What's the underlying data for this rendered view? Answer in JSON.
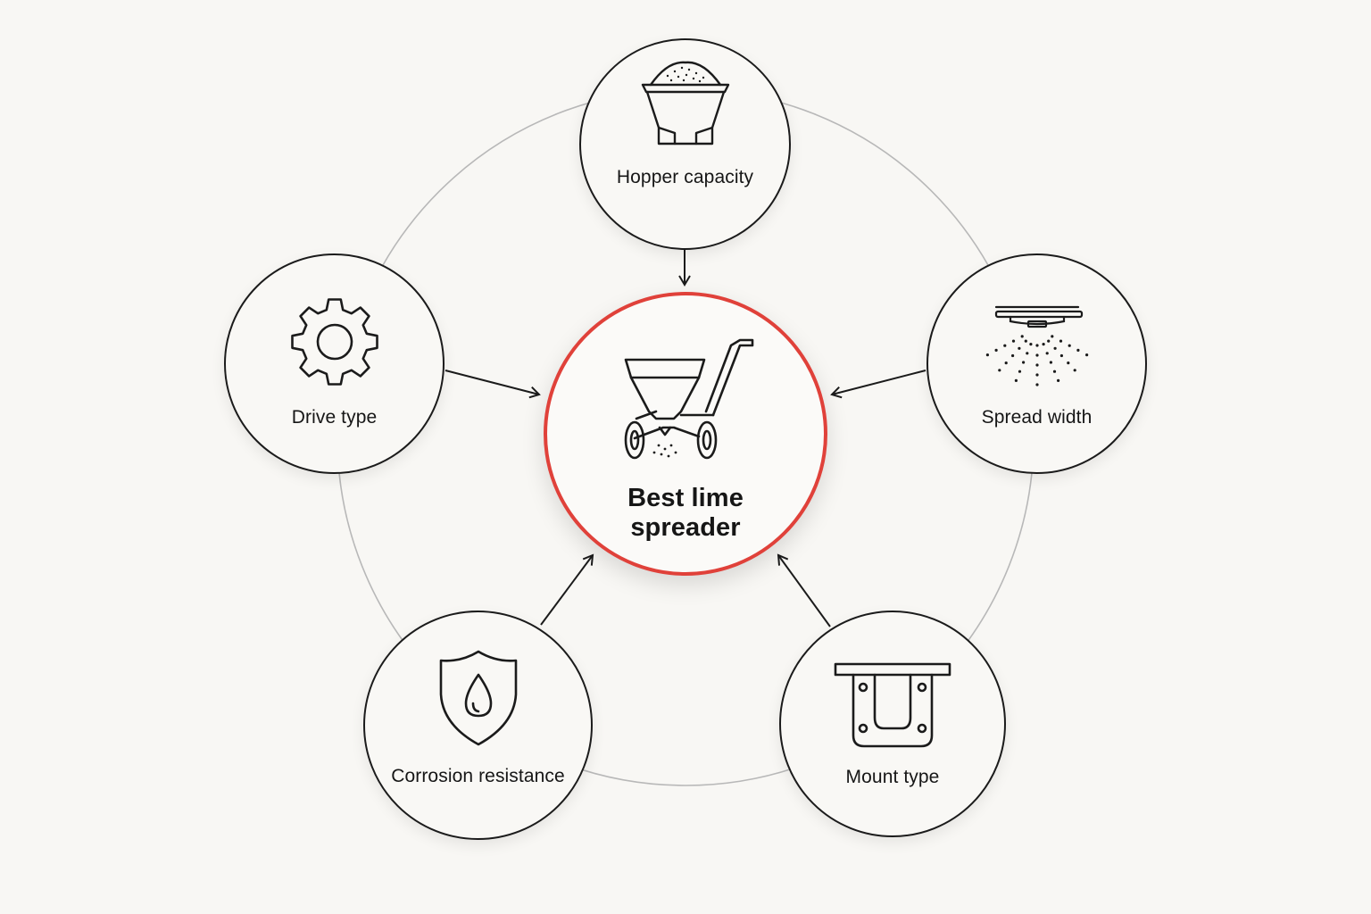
{
  "center": {
    "label_line1": "Best lime",
    "label_line2": "spreader",
    "icon": "lime-spreader-icon",
    "accent_color": "#e0413a"
  },
  "factors": [
    {
      "label": "Hopper capacity",
      "icon": "hopper-icon"
    },
    {
      "label": "Drive type",
      "icon": "gear-icon"
    },
    {
      "label": "Spread width",
      "icon": "spray-disc-icon"
    },
    {
      "label": "Corrosion resistance",
      "icon": "shield-drop-icon"
    },
    {
      "label": "Mount type",
      "icon": "mount-bracket-icon"
    }
  ],
  "colors": {
    "background": "#f8f7f4",
    "stroke": "#1b1b1b",
    "ring": "#b8b8b8"
  }
}
